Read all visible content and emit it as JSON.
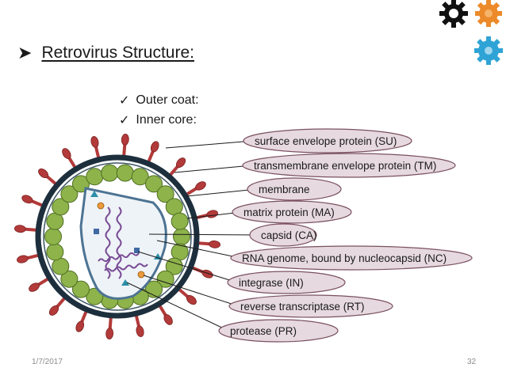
{
  "slide": {
    "title": "Retrovirus Structure:",
    "bullets": [
      "Outer coat:",
      "Inner core:"
    ],
    "date": "1/7/2017",
    "page_number": "32"
  },
  "diagram_labels": [
    "surface envelope protein (SU)",
    "transmembrane envelope protein (TM)",
    "membrane",
    "matrix protein (MA)",
    "capsid (CA)",
    "RNA genome, bound by nucleocapsid (NC)",
    "integrase (IN)",
    "reverse transcriptase (RT)",
    "protease (PR)"
  ],
  "colors": {
    "spike": "#b33a3a",
    "matrix_bead": "#8db34a",
    "membrane": "#1d2f3d",
    "capsid": "#4d7393",
    "rna": "#7a4c96",
    "integrase": "#3f6aa3",
    "reverse_transcriptase": "#ec9a3c",
    "protease": "#2b8fa8",
    "label_fill": "#e6d9df",
    "label_stroke": "#7a5060"
  },
  "icons": [
    "arrowhead-bullet-icon",
    "checkmark-icon",
    "black-gear-icon",
    "orange-gear-icon",
    "blue-gear-icon"
  ]
}
